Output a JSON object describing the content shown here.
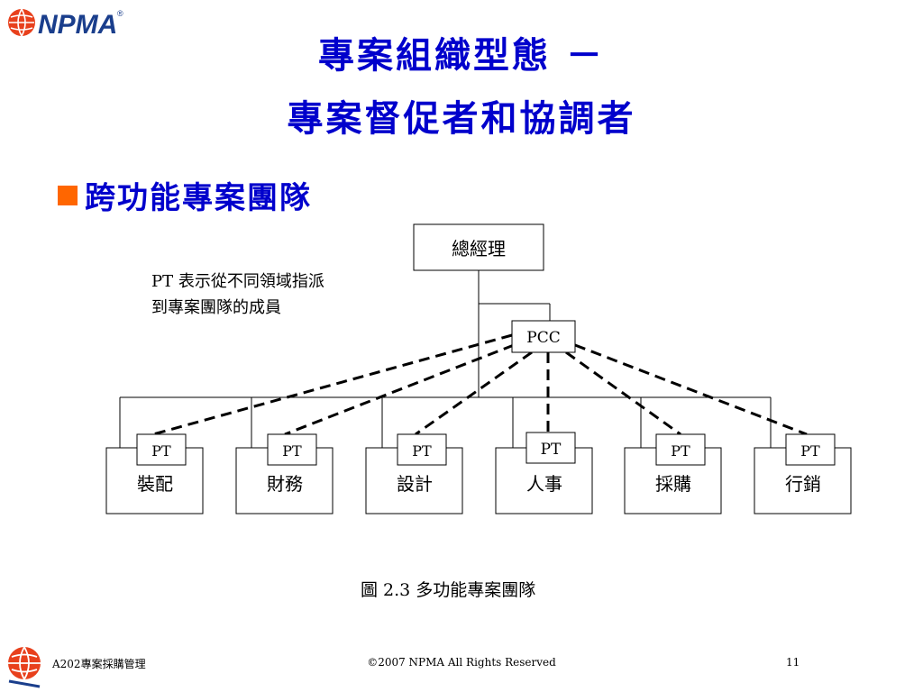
{
  "logo": {
    "text": "NPMA",
    "registered": "®"
  },
  "title": {
    "line1": "專案組織型態 －",
    "line2": "專案督促者和協調者"
  },
  "bullet": {
    "text": "跨功能專案團隊"
  },
  "note": {
    "text": "PT 表示從不同領域指派到專案團隊的成員"
  },
  "diagram": {
    "top_box": "總經理",
    "pcc_box": "PCC",
    "pt_label": "PT",
    "departments": [
      "裝配",
      "財務",
      "設計",
      "人事",
      "採購",
      "行銷"
    ]
  },
  "caption": {
    "text": "圖 2.3  多功能專案團隊"
  },
  "footer": {
    "left": "A202專案採購管理",
    "center": "©2007 NPMA  All Rights Reserved",
    "right": "11"
  },
  "colors": {
    "title": "#0000cc",
    "bullet": "#ff6600",
    "logo_red": "#e8401c",
    "logo_blue": "#1a3e8c"
  }
}
